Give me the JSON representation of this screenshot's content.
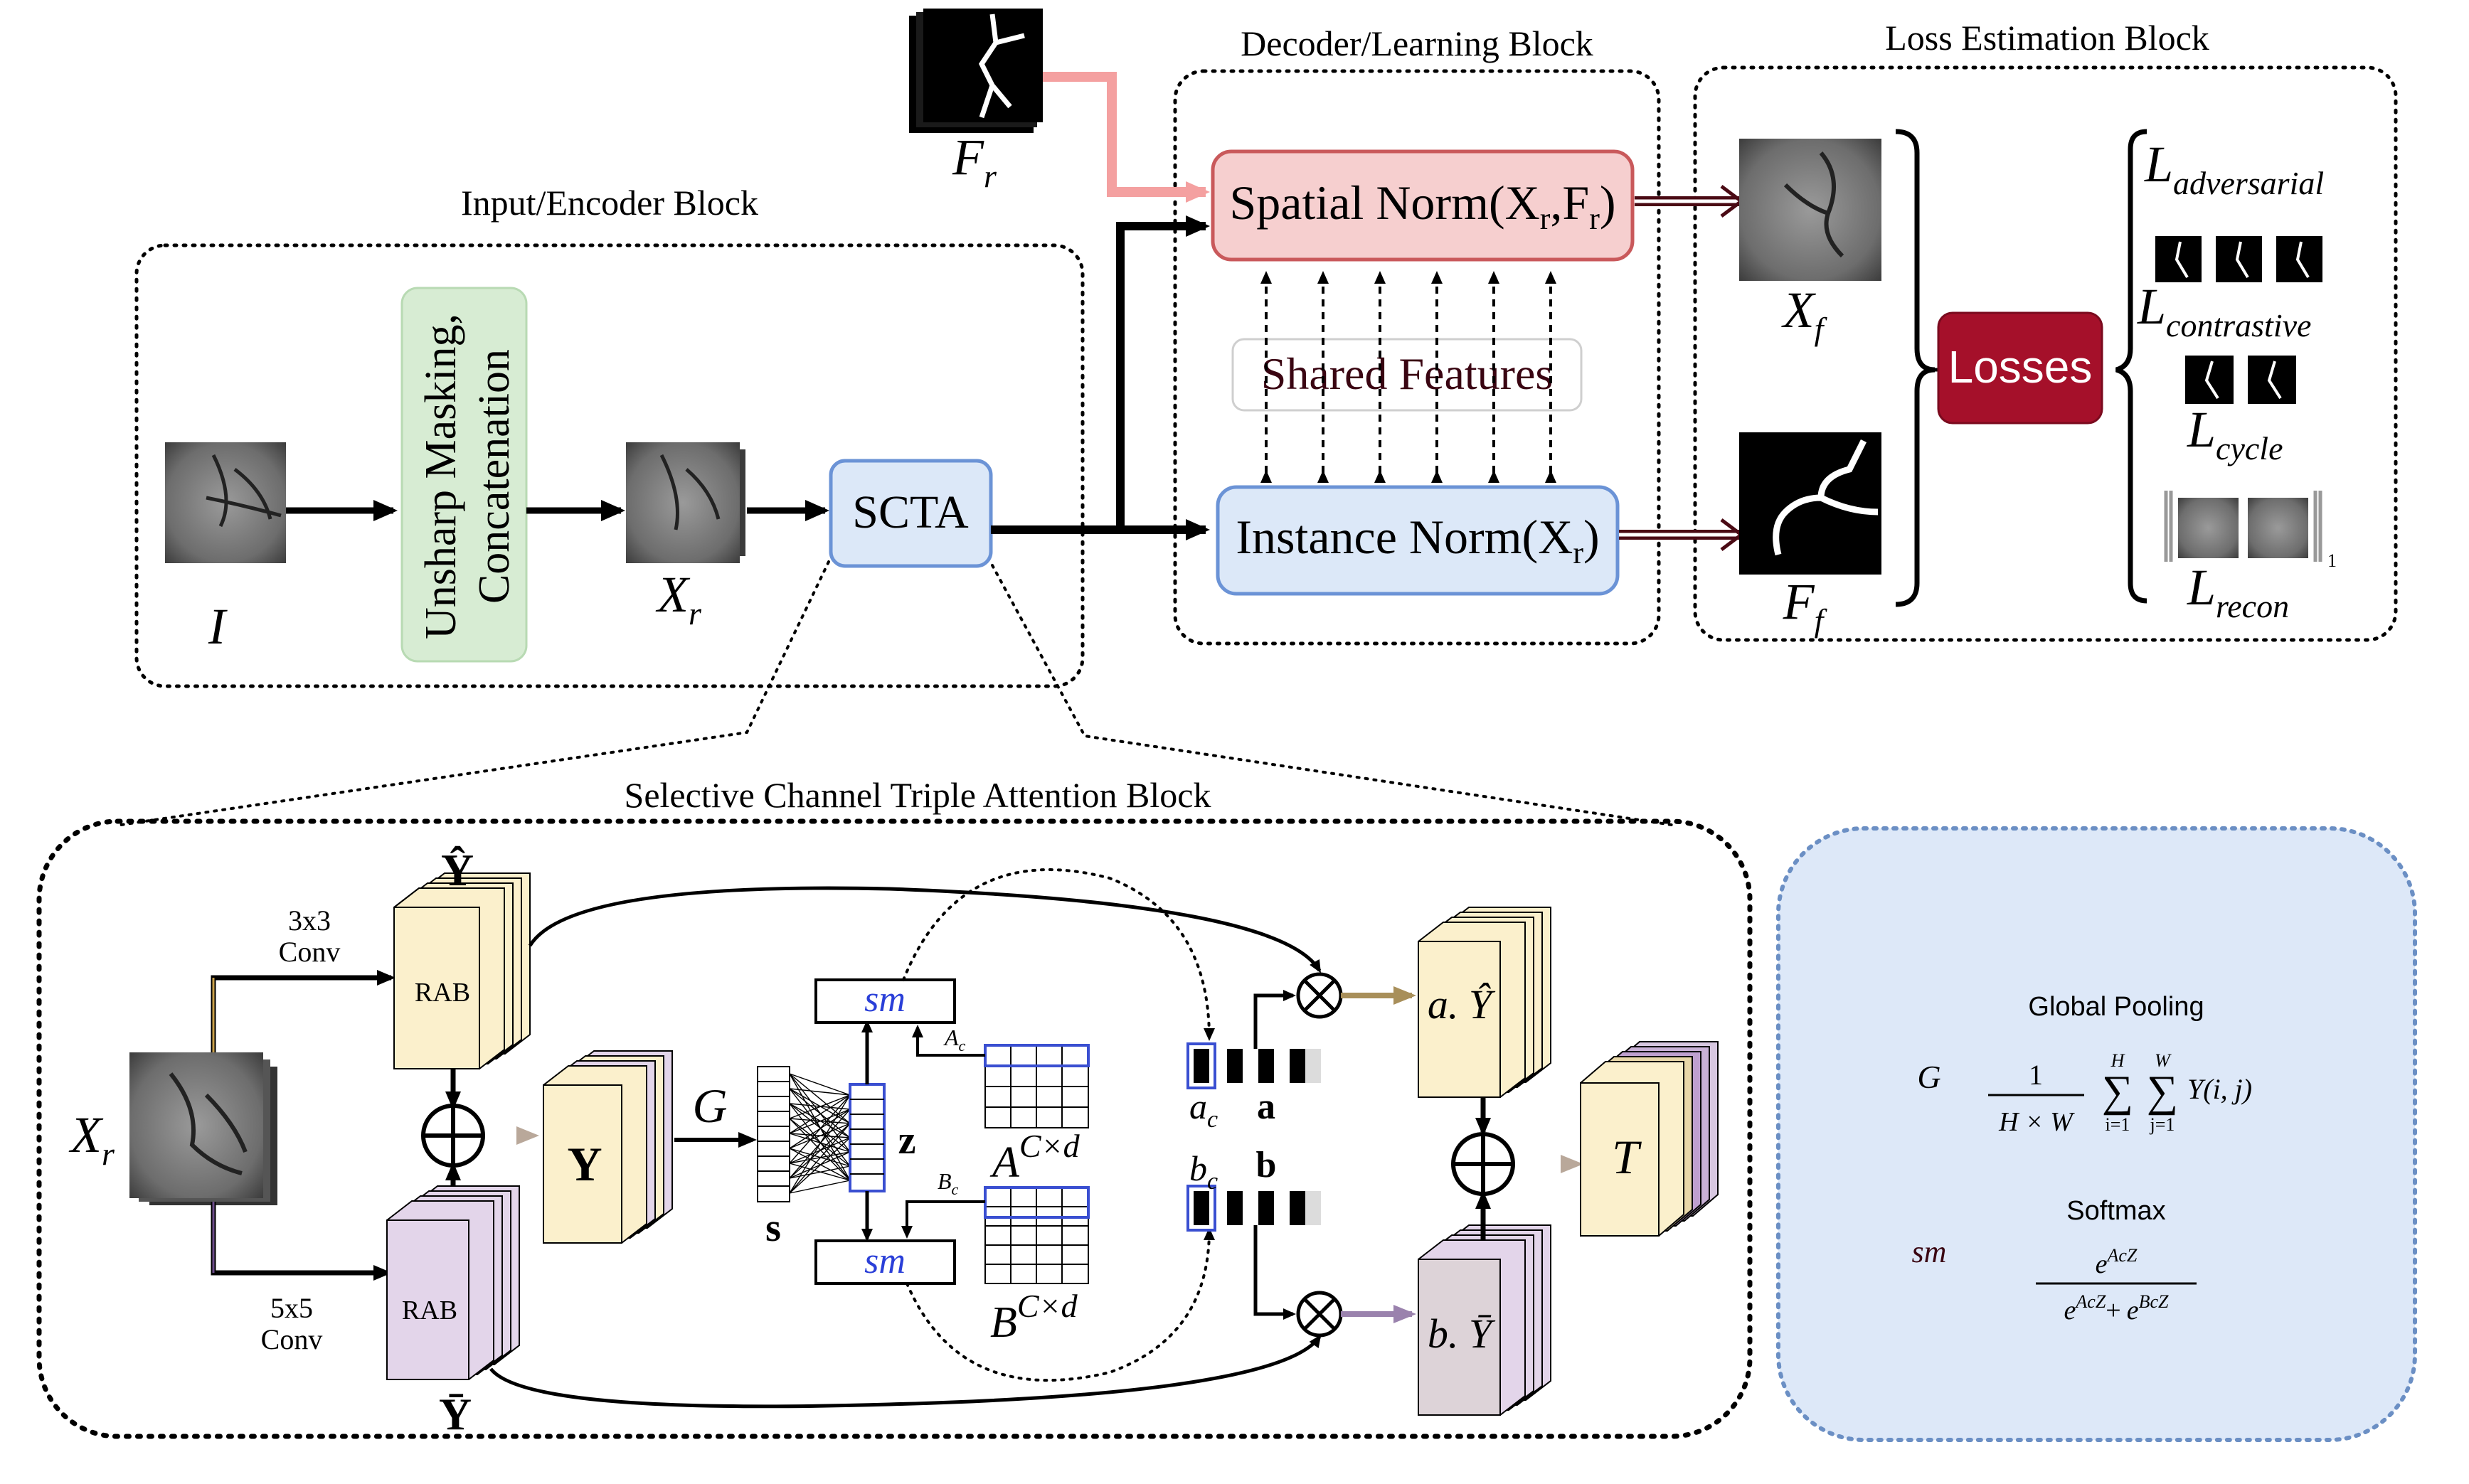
{
  "blocks": {
    "input_encoder": "Input/Encoder Block",
    "decoder_learning": "Decoder/Learning Block",
    "loss_estimation": "Loss Estimation Block",
    "scta_block": "Selective Channel Triple Attention Block"
  },
  "encoder": {
    "input_label": "I",
    "unsharp_line1": "Unsharp Masking,",
    "unsharp_line2": "Concatenation",
    "xr_base": "X",
    "xr_sub": "r",
    "scta": "SCTA"
  },
  "fr_label": {
    "base": "F",
    "sub": "r"
  },
  "decoder": {
    "spatial_norm": {
      "pre": "Spatial Norm(X",
      "sub1": "r",
      "mid": ",F",
      "sub2": "r",
      "post": ")"
    },
    "instance_norm": {
      "pre": "Instance Norm(X",
      "sub1": "r",
      "post": ")"
    },
    "shared_features": "Shared Features"
  },
  "outputs": {
    "xf": {
      "base": "X",
      "sub": "f"
    },
    "ff": {
      "base": "F",
      "sub": "f"
    }
  },
  "losses": {
    "button": "Losses",
    "items": [
      {
        "base": "L",
        "sub": "adversarial"
      },
      {
        "base": "L",
        "sub": "contrastive"
      },
      {
        "base": "L",
        "sub": "cycle"
      },
      {
        "base": "L",
        "sub": "recon"
      }
    ],
    "norm_sub": "1"
  },
  "scta": {
    "xr": {
      "base": "X",
      "sub": "r"
    },
    "conv3": {
      "line1": "3x3",
      "line2": "Conv"
    },
    "conv5": {
      "line1": "5x5",
      "line2": "Conv"
    },
    "rab_top": "RAB",
    "rab_bottom": "RAB",
    "y_hat": "Ŷ",
    "y_bar": "Ȳ",
    "y": "Y",
    "g": "G",
    "s": "s",
    "z": "z",
    "sm_top": "sm",
    "sm_bottom": "sm",
    "ac_small": "A",
    "ac_small_sub": "c",
    "bc_small": "B",
    "bc_small_sub": "c",
    "a_matrix": {
      "base": "A",
      "sup": "C×d"
    },
    "b_matrix": {
      "base": "B",
      "sup": "C×d"
    },
    "ac_vec": {
      "base": "a",
      "sub": "c"
    },
    "bc_vec": {
      "base": "b",
      "sub": "c"
    },
    "a_bold": "a",
    "b_bold": "b",
    "a_yhat": "a. Ŷ",
    "b_ybar": "b. Ȳ",
    "t": "T"
  },
  "legend": {
    "global_pooling": "Global Pooling",
    "g_symbol": "G",
    "softmax": "Softmax",
    "sm_symbol": "sm",
    "formula_g": {
      "num": "1",
      "den": "H × W",
      "sum1_top": "H",
      "sum1_bot": "i=1",
      "sum2_top": "W",
      "sum2_bot": "j=1",
      "term": "Y(i, j)"
    },
    "formula_sm": {
      "num": "e",
      "num_sup": "AcZ",
      "den1": "e",
      "den1_sup": "AcZ",
      "plus": "+",
      "den2": "e",
      "den2_sup": "BcZ"
    }
  },
  "colors": {
    "spatial_fill": "#f6cfcf",
    "spatial_stroke": "#c9595b",
    "instance_fill": "#dce8f8",
    "instance_stroke": "#6b93d6",
    "unsharp_fill": "#d7ecd3",
    "losses_fill": "#a5102a",
    "legend_fill": "#dde8f8",
    "rab_top_fill": "#fbf0cc",
    "rab_bottom_fill": "#e3d5ea",
    "fr_arrow": "#f4a0a0"
  }
}
